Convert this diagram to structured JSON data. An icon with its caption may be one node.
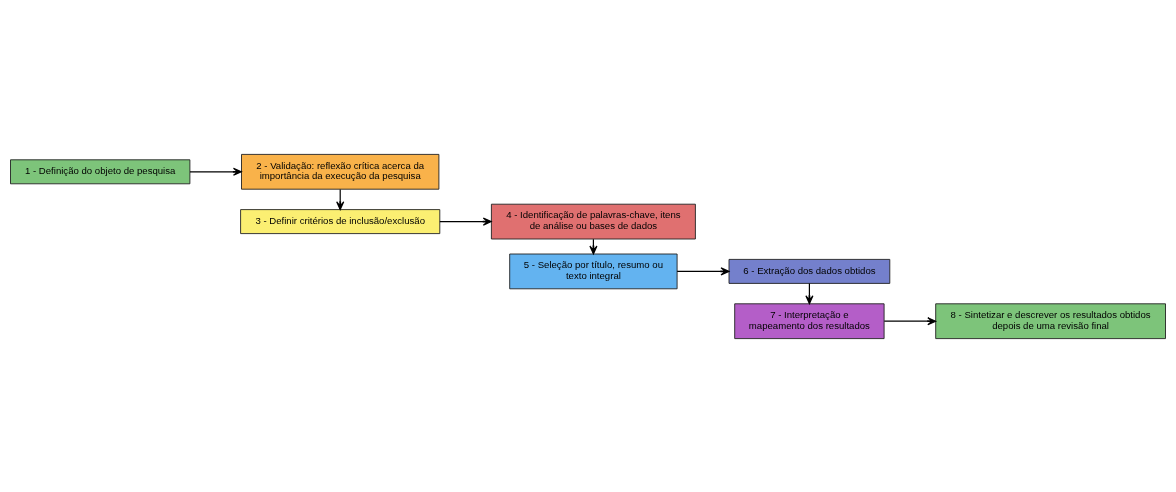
{
  "diagram": {
    "nodes": [
      {
        "text": [
          "1 - Definição do objeto de pesquisa"
        ]
      },
      {
        "text": [
          "2 - Validação: reflexão crítica acerca da importância da execução da pesquisa"
        ]
      },
      {
        "text": [
          "3 - Definir critérios de inclusão/exclusão"
        ]
      },
      {
        "text": [
          "4 - Identificação de palavras-chave, itens de análise ou bases de dados"
        ]
      },
      {
        "text": [
          "5 - Seleção por título, resumo ou texto integral"
        ]
      },
      {
        "text": [
          "6 - Extração dos dados obtidos"
        ]
      },
      {
        "text": [
          "7 - Interpretação e mapeamento dos resultados"
        ]
      },
      {
        "text": [
          "8 - Sintetizar e descrever os resultados obtidos depois de uma revisão final"
        ]
      }
    ],
    "edges": [
      {
        "from": 0,
        "to": 1,
        "arrow": "to"
      },
      {
        "from": 1,
        "to": 2,
        "arrow": "to"
      },
      {
        "from": 2,
        "to": 3,
        "arrow": "to"
      },
      {
        "from": 3,
        "to": 4,
        "arrow": "to"
      },
      {
        "from": 4,
        "to": 5,
        "arrow": "to"
      },
      {
        "from": 5,
        "to": 6,
        "arrow": "to"
      },
      {
        "from": 6,
        "to": 7,
        "arrow": "to"
      }
    ]
  }
}
